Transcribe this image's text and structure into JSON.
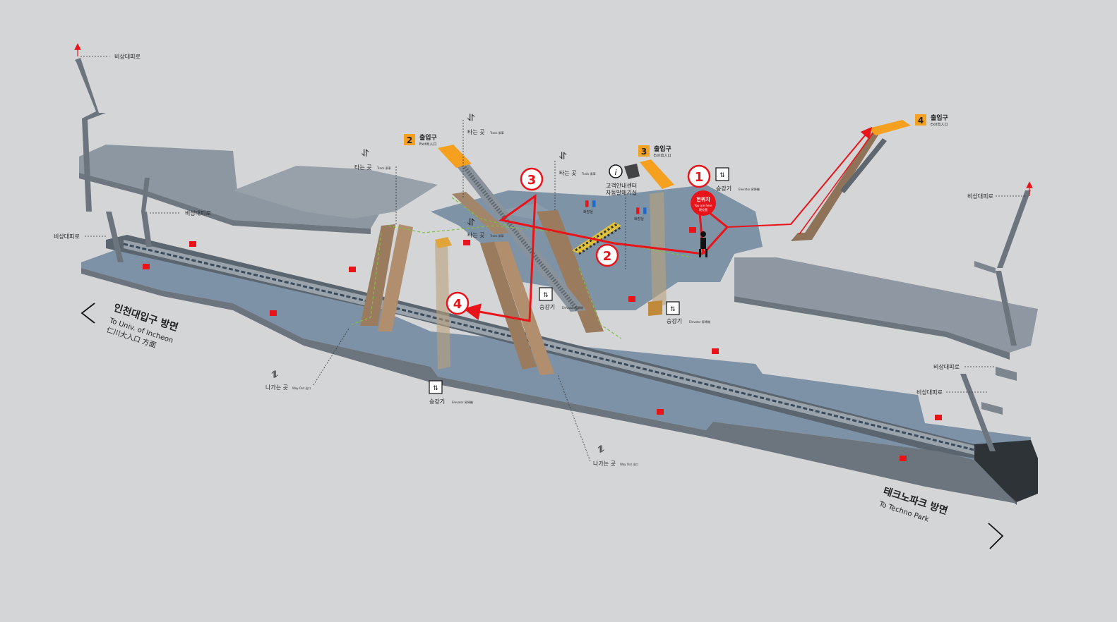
{
  "directions": {
    "left": {
      "korean": "인천대입구 방면",
      "english": "To Univ. of Incheon",
      "hanja": "仁川大入口 方面"
    },
    "right": {
      "korean": "테크노파크 방면",
      "english": "To Techno Park"
    }
  },
  "exits": [
    {
      "number": "2",
      "korean": "출입구",
      "sub": "Exit出入口"
    },
    {
      "number": "3",
      "korean": "출입구",
      "sub": "Exit出入口"
    },
    {
      "number": "4",
      "korean": "출입구",
      "sub": "Exit出入口"
    }
  ],
  "labels": {
    "emergency_stairs": "비상대피로",
    "boarding": "타는 곳",
    "boarding_sub": "Track 乘車",
    "exit_way": "나가는 곳",
    "exit_way_sub": "Way Out 出口",
    "elevator": "승강기",
    "elevator_sub": "Elevator 昇降機",
    "restroom": "화장실",
    "info_center": "고객안내센터",
    "ticket_machines": "자동발매기실",
    "you_are_here": "현위치",
    "you_are_here_en": "You are here",
    "you_are_here_hanja": "現位置"
  },
  "route": {
    "color": "#e8141a",
    "steps": [
      "1",
      "2",
      "3",
      "4"
    ]
  },
  "colors": {
    "background": "#d4d5d7",
    "structure": "#8a949e",
    "platform": "#6f8aa3",
    "exit_orange": "#f5a01e",
    "route_red": "#e8141a",
    "escalator": "#9a7b5e",
    "wayfind_green": "#7fc241"
  }
}
